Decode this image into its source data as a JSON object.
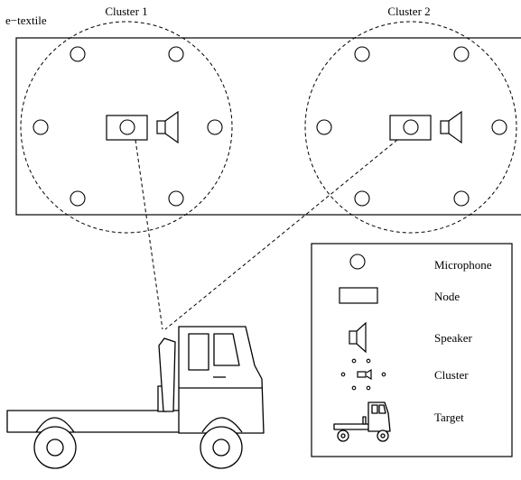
{
  "diagram": {
    "textile_label": "e−textile",
    "clusters": [
      {
        "label": "Cluster 1"
      },
      {
        "label": "Cluster 2"
      }
    ],
    "legend": {
      "items": [
        {
          "icon": "microphone-icon",
          "label": "Microphone"
        },
        {
          "icon": "node-icon",
          "label": "Node"
        },
        {
          "icon": "speaker-icon",
          "label": "Speaker"
        },
        {
          "icon": "cluster-icon",
          "label": "Cluster"
        },
        {
          "icon": "target-truck-icon",
          "label": "Target"
        }
      ]
    }
  }
}
